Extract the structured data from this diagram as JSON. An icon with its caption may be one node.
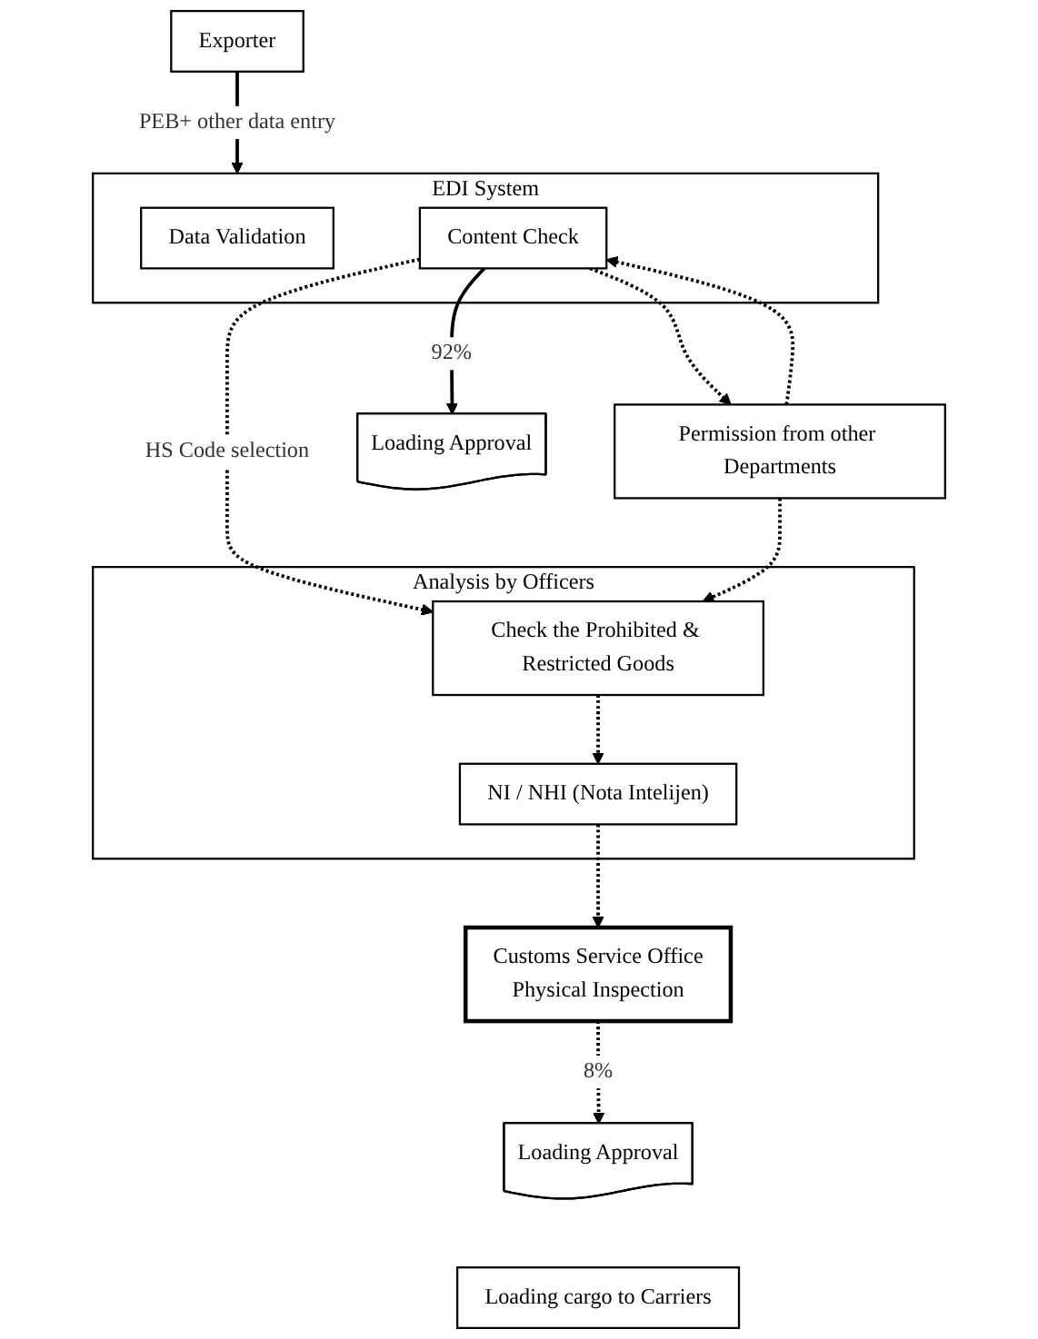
{
  "diagram": {
    "nodes": [
      {
        "text": [
          "Exporter"
        ]
      },
      {
        "text": [
          "EDI System"
        ]
      },
      {
        "text": [
          "Data Validation"
        ],
        "in": 1
      },
      {
        "text": [
          "Content Check"
        ],
        "in": 1
      },
      {
        "text": [
          "Permission from other Departments"
        ]
      },
      {
        "text": [
          "Analysis by Officers"
        ]
      },
      {
        "text": [
          "Check the Prohibited & Restricted Goods"
        ],
        "in": 5
      },
      {
        "text": [
          "NI / NHI (Nota Intelijen)"
        ],
        "in": 5
      },
      {
        "text": [
          "Customs Service Office",
          "Physical Inspection"
        ]
      },
      {
        "text": [
          "Loading Approval"
        ]
      },
      {
        "text": [
          "Loading Approval"
        ]
      },
      {
        "text": [
          "Loading cargo to Carriers"
        ]
      }
    ],
    "edges": [
      {
        "from": 0,
        "to": 1,
        "arrow": "to",
        "label": "PEB+ other data entry"
      },
      {
        "from": 3,
        "to": 4,
        "arrow": "to",
        "style": "dashed"
      },
      {
        "from": 4,
        "to": 3,
        "arrow": "to",
        "style": "dashed"
      },
      {
        "from": 3,
        "to": 6,
        "arrow": "to",
        "style": "dashed",
        "label": "HS Code selection"
      },
      {
        "from": 4,
        "to": 6,
        "arrow": "to",
        "style": "dashed"
      },
      {
        "from": 6,
        "to": 7,
        "arrow": "to",
        "style": "dashed"
      },
      {
        "from": 7,
        "to": 8,
        "arrow": "to",
        "style": "dashed"
      },
      {
        "from": 3,
        "to": 9,
        "arrow": "to",
        "label": "92%"
      },
      {
        "from": 8,
        "to": 10,
        "arrow": "to",
        "style": "dashed",
        "label": "8%"
      }
    ]
  }
}
